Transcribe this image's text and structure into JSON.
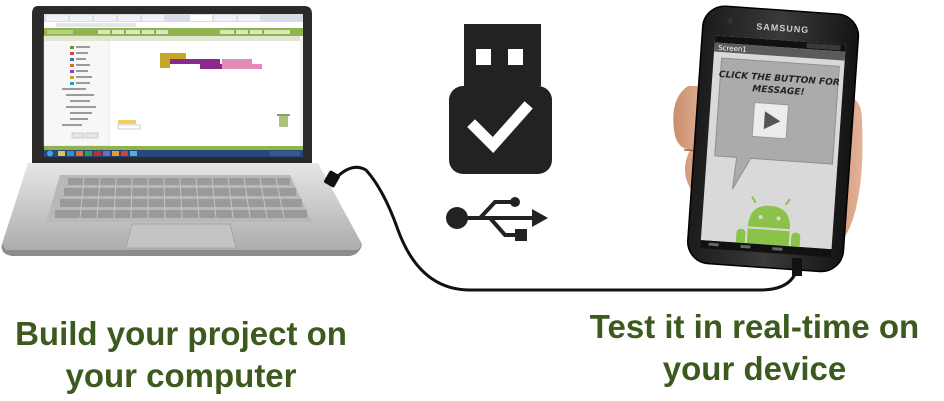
{
  "captions": {
    "left_line1": "Build your project on",
    "left_line2": "your computer",
    "right_line1": "Test it in real-time on",
    "right_line2": "your device"
  },
  "phone": {
    "brand": "SAMSUNG",
    "screen_title": "Screen1",
    "message_line1": "CLICK THE BUTTON FOR",
    "message_line2": "MESSAGE!"
  },
  "icons": {
    "usb_drive": "usb-drive-check-icon",
    "usb_symbol": "usb-symbol-icon",
    "android": "android-robot-icon",
    "play": "play-icon"
  },
  "colors": {
    "caption_text": "#3d5a1e",
    "android_green": "#8bc34a",
    "usb_icon": "#222222",
    "laptop_body": "#c8c8c8"
  }
}
